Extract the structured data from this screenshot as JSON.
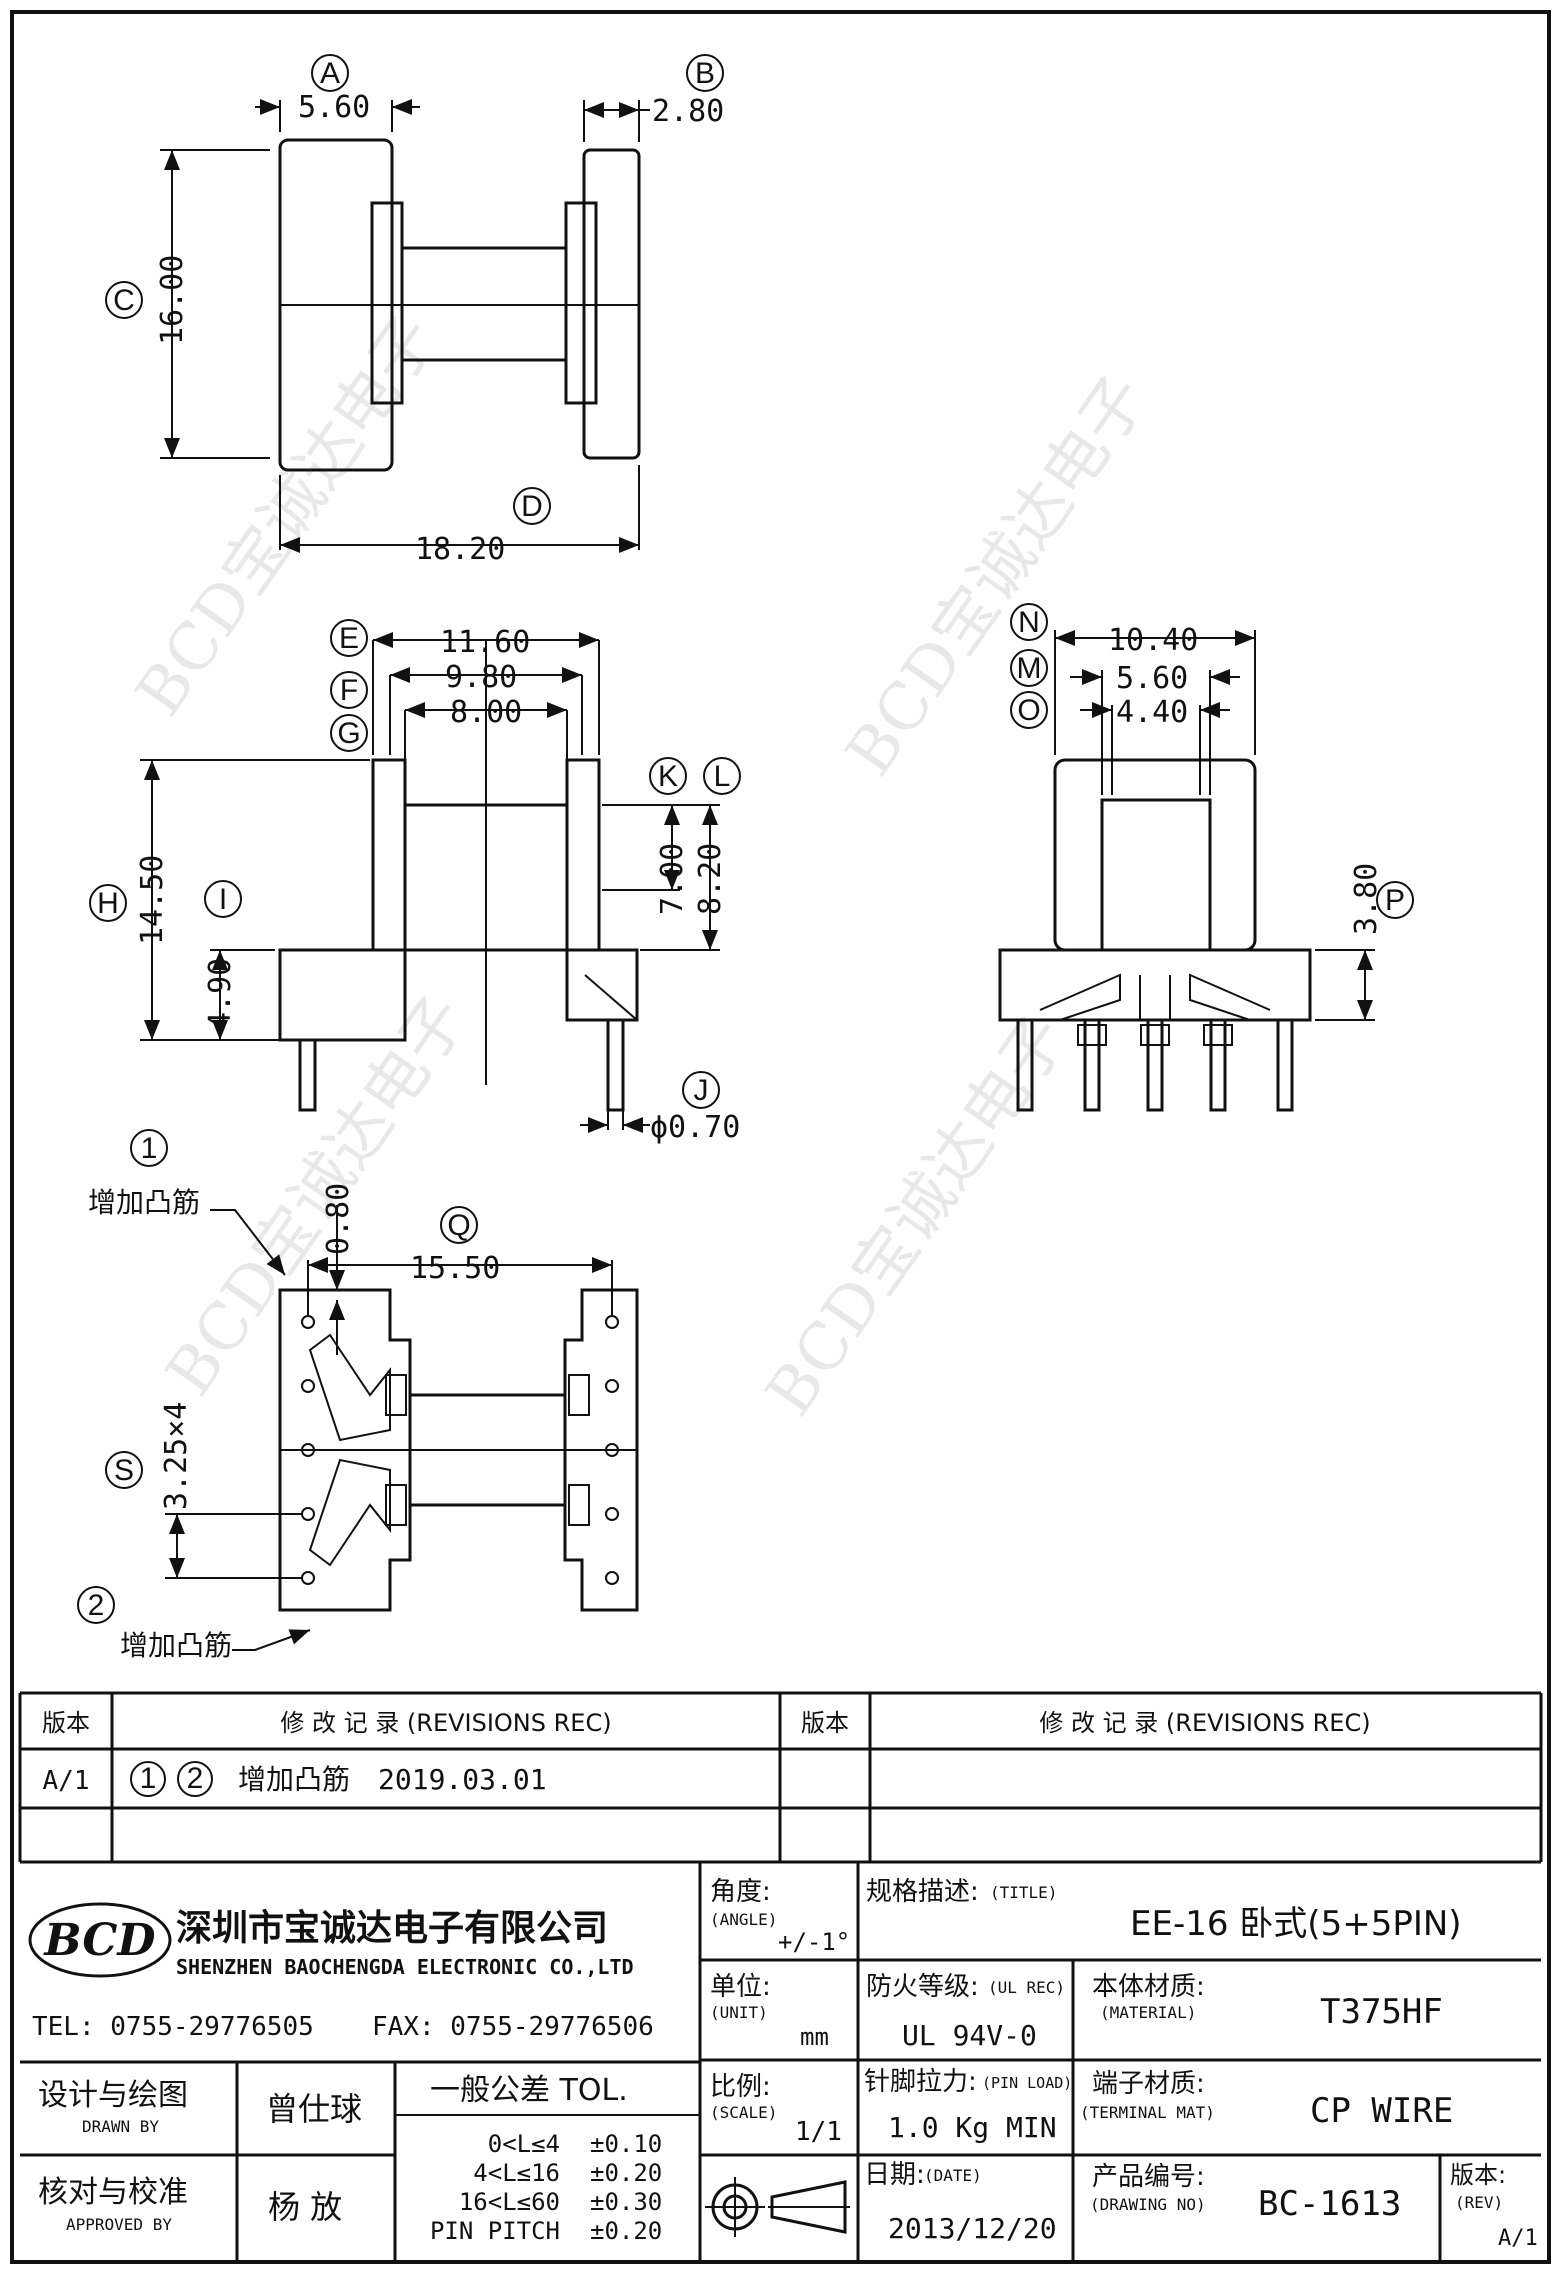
{
  "drawing": {
    "top_view": {
      "A": "5.60",
      "B": "2.80",
      "C": "16.00",
      "D": "18.20"
    },
    "side_view": {
      "E": "11.60",
      "F": "9.80",
      "G": "8.00",
      "H": "14.50",
      "I": "4.90",
      "K": "7.00",
      "L": "8.20",
      "J": "ϕ0.70"
    },
    "end_view": {
      "N": "10.40",
      "M": "5.60",
      "O": "4.40",
      "P": "3.80"
    },
    "bottom_view": {
      "Q": "15.50",
      "S": "3.25×4",
      "rib_offset": "0.80",
      "note1_num": "1",
      "note2_num": "2",
      "note1_text": "增加凸筋",
      "note2_text": "增加凸筋"
    },
    "letters": {
      "A": "A",
      "B": "B",
      "C": "C",
      "D": "D",
      "E": "E",
      "F": "F",
      "G": "G",
      "H": "H",
      "I": "I",
      "J": "J",
      "K": "K",
      "L": "L",
      "M": "M",
      "N": "N",
      "O": "O",
      "P": "P",
      "Q": "Q",
      "S": "S"
    }
  },
  "revisions": {
    "col_version": "版本",
    "col_record": "修 改 记 录 (REVISIONS REC)",
    "rows": [
      {
        "version": "A/1",
        "circle1": "1",
        "circle2": "2",
        "text": "增加凸筋",
        "date": "2019.03.01"
      }
    ]
  },
  "company": {
    "logo": "BCD",
    "name_cn": "深圳市宝诚达电子有限公司",
    "name_en": "SHENZHEN BAOCHENGDA ELECTRONIC CO.,LTD",
    "tel": "TEL: 0755-29776505",
    "fax": "FAX: 0755-29776506"
  },
  "titleblock": {
    "angle_label": "角度:",
    "angle_en": "(ANGLE)",
    "angle_value": "+/-1°",
    "title_label": "规格描述:",
    "title_en": "(TITLE)",
    "title_value": "EE-16 卧式(5+5PIN)",
    "unit_label": "单位:",
    "unit_en": "(UNIT)",
    "unit_value": "mm",
    "ul_label": "防火等级:",
    "ul_en": "(UL REC)",
    "ul_value": "UL 94V-0",
    "material_label": "本体材质:",
    "material_en": "(MATERIAL)",
    "material_value": "T375HF",
    "drawn_label": "设计与绘图",
    "drawn_en": "DRAWN BY",
    "drawn_value": "曾仕球",
    "approved_label": "核对与校准",
    "approved_en": "APPROVED BY",
    "approved_value": "杨 放",
    "tol_title": "一般公差 TOL.",
    "tol_rows": [
      {
        "range": "0<L≤4",
        "tol": "±0.10"
      },
      {
        "range": "4<L≤16",
        "tol": "±0.20"
      },
      {
        "range": "16<L≤60",
        "tol": "±0.30"
      },
      {
        "range": "PIN PITCH",
        "tol": "±0.20"
      }
    ],
    "scale_label": "比例:",
    "scale_en": "(SCALE)",
    "scale_value": "1/1",
    "pinload_label": "针脚拉力:",
    "pinload_en": "(PIN LOAD)",
    "pinload_value": "1.0 Kg MIN",
    "terminal_label": "端子材质:",
    "terminal_en": "(TERMINAL MAT)",
    "terminal_value": "CP WIRE",
    "date_label": "日期:",
    "date_en": "(DATE)",
    "date_value": "2013/12/20",
    "drawno_label": "产品编号:",
    "drawno_en": "(DRAWING NO)",
    "drawno_value": "BC-1613",
    "rev_label": "版本:",
    "rev_en": "(REV)",
    "rev_value": "A/1"
  }
}
